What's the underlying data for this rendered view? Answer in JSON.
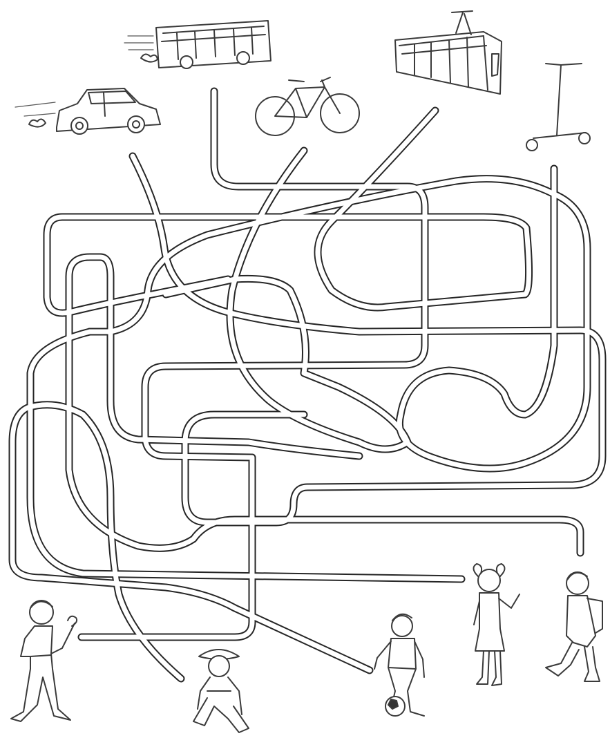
{
  "puzzle": {
    "type": "maze",
    "background": "#ffffff",
    "line_color": "#262626",
    "vehicles": [
      {
        "id": "car",
        "icon": "car-icon"
      },
      {
        "id": "bus",
        "icon": "bus-icon"
      },
      {
        "id": "bicycle",
        "icon": "bicycle-icon"
      },
      {
        "id": "tram",
        "icon": "tram-icon"
      },
      {
        "id": "scooter",
        "icon": "scooter-icon"
      }
    ],
    "children": [
      {
        "id": "boy-waving",
        "icon": "boy-waving-icon"
      },
      {
        "id": "girl-hat",
        "icon": "girl-sitting-icon"
      },
      {
        "id": "boy-football",
        "icon": "boy-football-icon"
      },
      {
        "id": "girl-pigtails",
        "icon": "girl-pigtails-icon"
      },
      {
        "id": "boy-backpack",
        "icon": "boy-backpack-icon"
      }
    ],
    "path_count": 5
  }
}
